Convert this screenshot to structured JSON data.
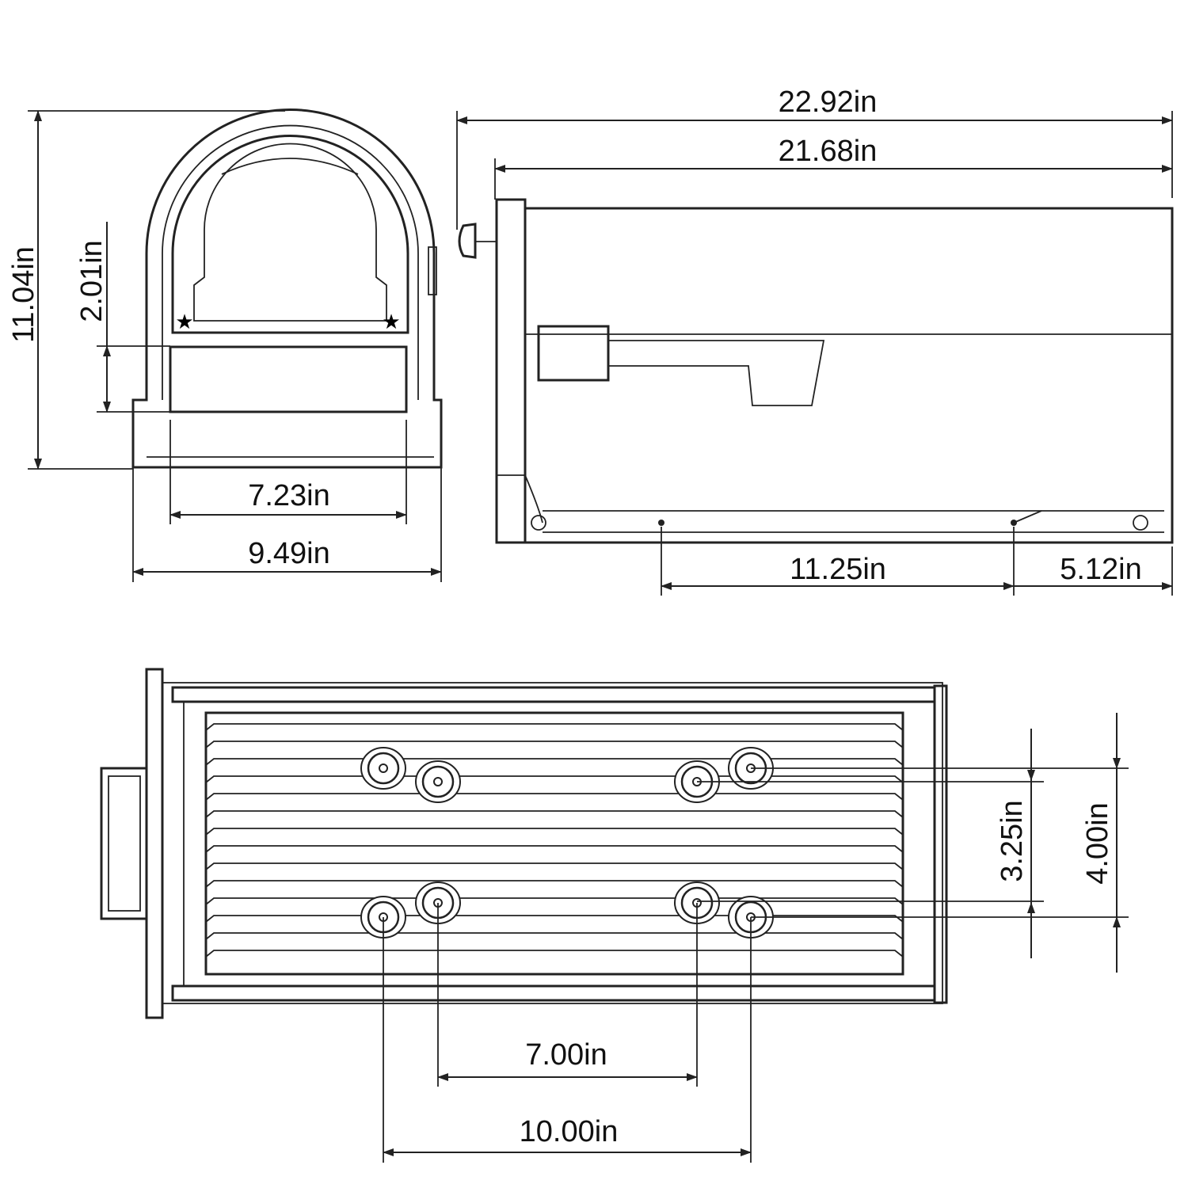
{
  "dimensions": {
    "overall_length": "22.92in",
    "body_length": "21.68in",
    "overall_height": "11.04in",
    "door_panel_height": "2.01in",
    "inner_width": "7.23in",
    "overall_width": "9.49in",
    "side_hole_spacing": "11.25in",
    "side_rear_offset": "5.12in",
    "inner_bolt_spacing_cross": "3.25in",
    "outer_bolt_spacing_cross": "4.00in",
    "inner_bolt_spacing_length": "7.00in",
    "outer_bolt_spacing_length": "10.00in"
  },
  "colors": {
    "line": "#222222",
    "background": "#ffffff"
  }
}
